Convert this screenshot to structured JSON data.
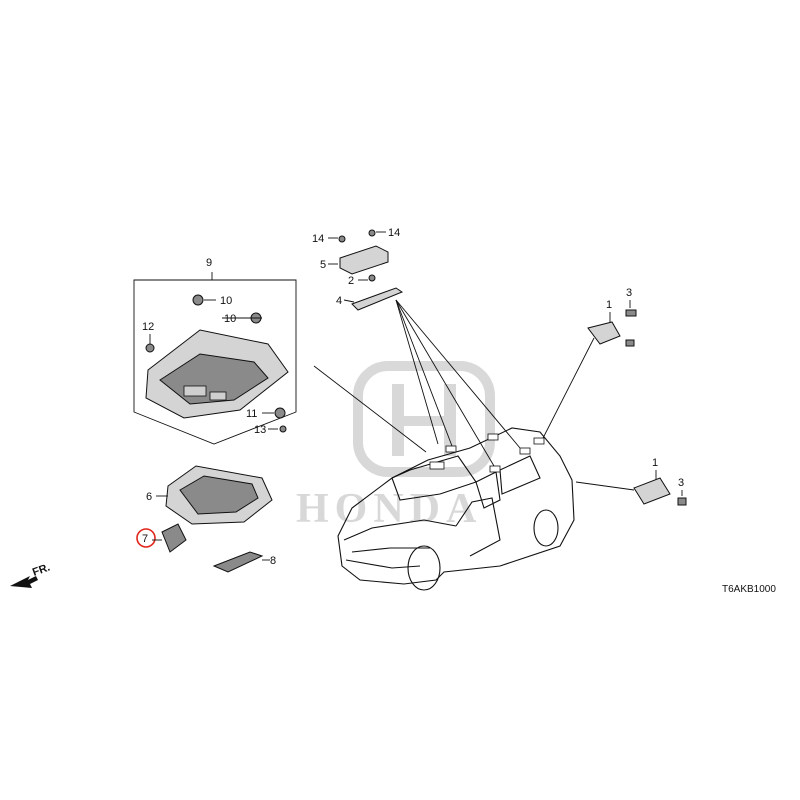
{
  "diagram": {
    "code": "T6AKB1000",
    "front_marker": "FR.",
    "watermark": "HONDA",
    "highlight_color": "#e0261c",
    "callouts": {
      "c1a": "1",
      "c3a": "3",
      "c1b": "1",
      "c3b": "3",
      "c2": "2",
      "c4": "4",
      "c5": "5",
      "c14a": "14",
      "c14b": "14",
      "c6": "6",
      "c7": "7",
      "c8": "8",
      "c9": "9",
      "c10a": "10",
      "c10b": "10",
      "c11": "11",
      "c12": "12",
      "c13": "13"
    }
  }
}
